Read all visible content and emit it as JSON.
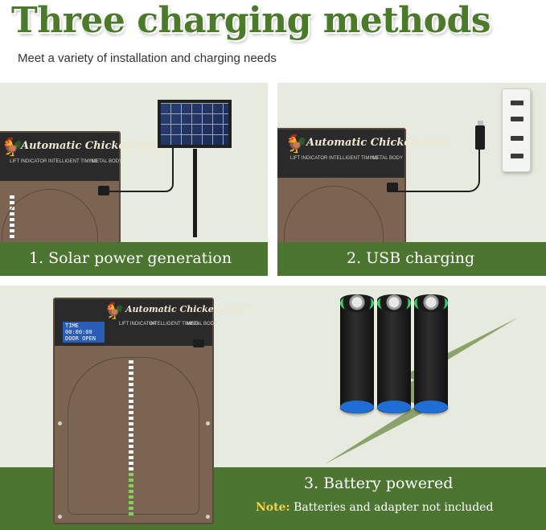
{
  "header": {
    "title": "Three charging methods",
    "subtitle": "Meet a variety of installation and charging needs"
  },
  "panels": [
    {
      "caption": "1. Solar power generation"
    },
    {
      "caption": "2. USB charging"
    },
    {
      "caption": "3. Battery powered",
      "note_label": "Note:",
      "note_text": "Batteries and adapter not included"
    }
  ],
  "device": {
    "label": "Automatic Chicken Door",
    "features": [
      "LIFT INDICATOR",
      "INTELLIGENT TIMING",
      "METAL BODY"
    ],
    "lcd_line1": "TIME 00:00:00",
    "lcd_line2": "DOOR OPEN"
  },
  "colors": {
    "title_green": "#4a7a2a",
    "band_green": "#4b7530",
    "panel_bg": "#e7eadf",
    "note_yellow": "#f2d34a",
    "door_brown": "#7b6452"
  }
}
